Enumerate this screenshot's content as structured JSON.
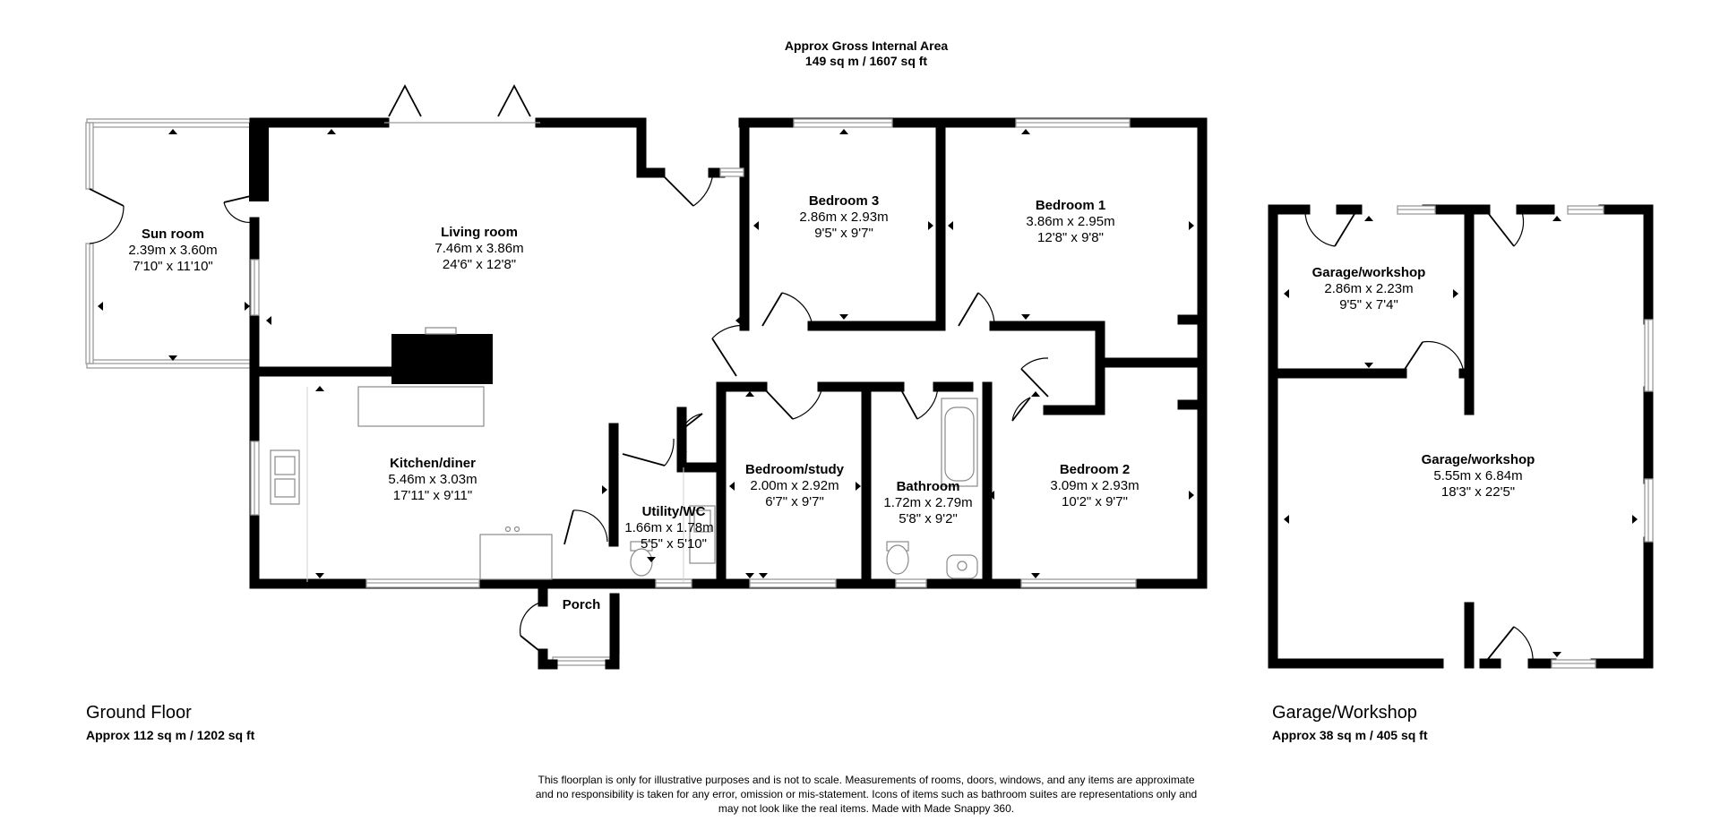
{
  "header": {
    "title": "Approx Gross Internal Area",
    "area": "149 sq m / 1607 sq ft"
  },
  "ground_floor": {
    "name": "Ground Floor",
    "area": "Approx 112 sq m / 1202 sq ft",
    "rooms": [
      {
        "name": "Sun room",
        "metric": "2.39m x 3.60m",
        "imperial": "7'10\" x 11'10\""
      },
      {
        "name": "Living room",
        "metric": "7.46m x 3.86m",
        "imperial": "24'6\" x 12'8\""
      },
      {
        "name": "Bedroom 3",
        "metric": "2.86m x 2.93m",
        "imperial": "9'5\" x 9'7\""
      },
      {
        "name": "Bedroom 1",
        "metric": "3.86m x 2.95m",
        "imperial": "12'8\" x 9'8\""
      },
      {
        "name": "Kitchen/diner",
        "metric": "5.46m x 3.03m",
        "imperial": "17'11\" x 9'11\""
      },
      {
        "name": "Utility/WC",
        "metric": "1.66m x 1.78m",
        "imperial": "5'5\" x 5'10\""
      },
      {
        "name": "Bedroom/study",
        "metric": "2.00m x 2.92m",
        "imperial": "6'7\" x 9'7\""
      },
      {
        "name": "Bathroom",
        "metric": "1.72m x 2.79m",
        "imperial": "5'8\" x 9'2\""
      },
      {
        "name": "Bedroom 2",
        "metric": "3.09m x 2.93m",
        "imperial": "10'2\" x 9'7\""
      },
      {
        "name": "Porch",
        "metric": "",
        "imperial": ""
      }
    ]
  },
  "garage": {
    "name": "Garage/Workshop",
    "area": "Approx 38 sq m / 405 sq ft",
    "rooms": [
      {
        "name": "Garage/workshop",
        "metric": "2.86m x 2.23m",
        "imperial": "9'5\" x 7'4\""
      },
      {
        "name": "Garage/workshop",
        "metric": "5.55m x 6.84m",
        "imperial": "18'3\" x 22'5\""
      }
    ]
  },
  "disclaimer": [
    "This floorplan is only for illustrative purposes and is not to scale. Measurements of rooms, doors, windows, and any items are approximate",
    "and no responsibility is taken for any error, omission or mis-statement. Icons of items such as bathroom suites are representations only and",
    "may not look like the real items. Made with Made Snappy 360."
  ],
  "colors": {
    "walls": "#000000",
    "windows": "#9a9a9a",
    "background": "#ffffff"
  }
}
